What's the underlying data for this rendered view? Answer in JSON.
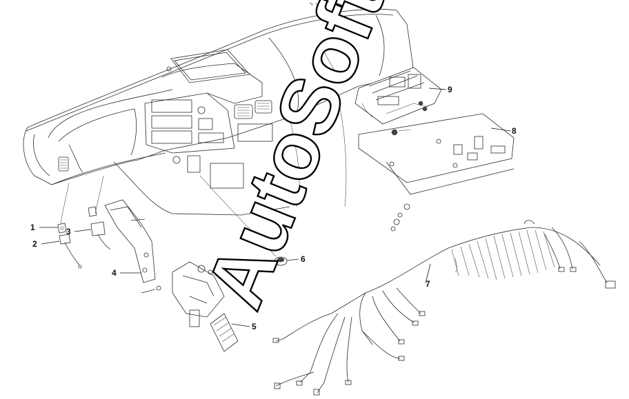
{
  "watermark": "AutoSoft",
  "top_mark": "∿ ∼",
  "callouts": [
    {
      "id": "1",
      "label": "1"
    },
    {
      "id": "2",
      "label": "2"
    },
    {
      "id": "3",
      "label": "3"
    },
    {
      "id": "4",
      "label": "4"
    },
    {
      "id": "5",
      "label": "5"
    },
    {
      "id": "6",
      "label": "6"
    },
    {
      "id": "7",
      "label": "7"
    },
    {
      "id": "8",
      "label": "8"
    },
    {
      "id": "9",
      "label": "9"
    }
  ]
}
